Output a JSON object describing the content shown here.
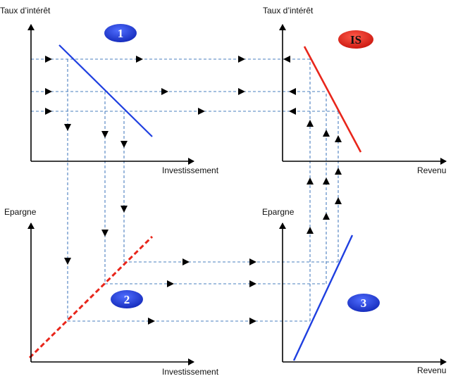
{
  "panels": {
    "top_left": {
      "y_label": "Taux d’intérêt",
      "x_label": "Investissement",
      "badge": "1"
    },
    "top_right": {
      "y_label": "Taux d’intérêt",
      "x_label": "Revenu",
      "badge": "IS"
    },
    "bottom_left": {
      "y_label": "Epargne",
      "x_label": "Investissement",
      "badge": "2"
    },
    "bottom_right": {
      "y_label": "Epargne",
      "x_label": "Revenu",
      "badge": "3"
    }
  },
  "colors": {
    "axis": "#000000",
    "guide": "#4a7fbf",
    "arrow": "#000000",
    "curve_blue": "#1f3fe0",
    "curve_red": "#e8261b",
    "badge_blue": "#1e3cdc",
    "badge_red": "#e8261b",
    "badge_text": "#ffffff"
  }
}
